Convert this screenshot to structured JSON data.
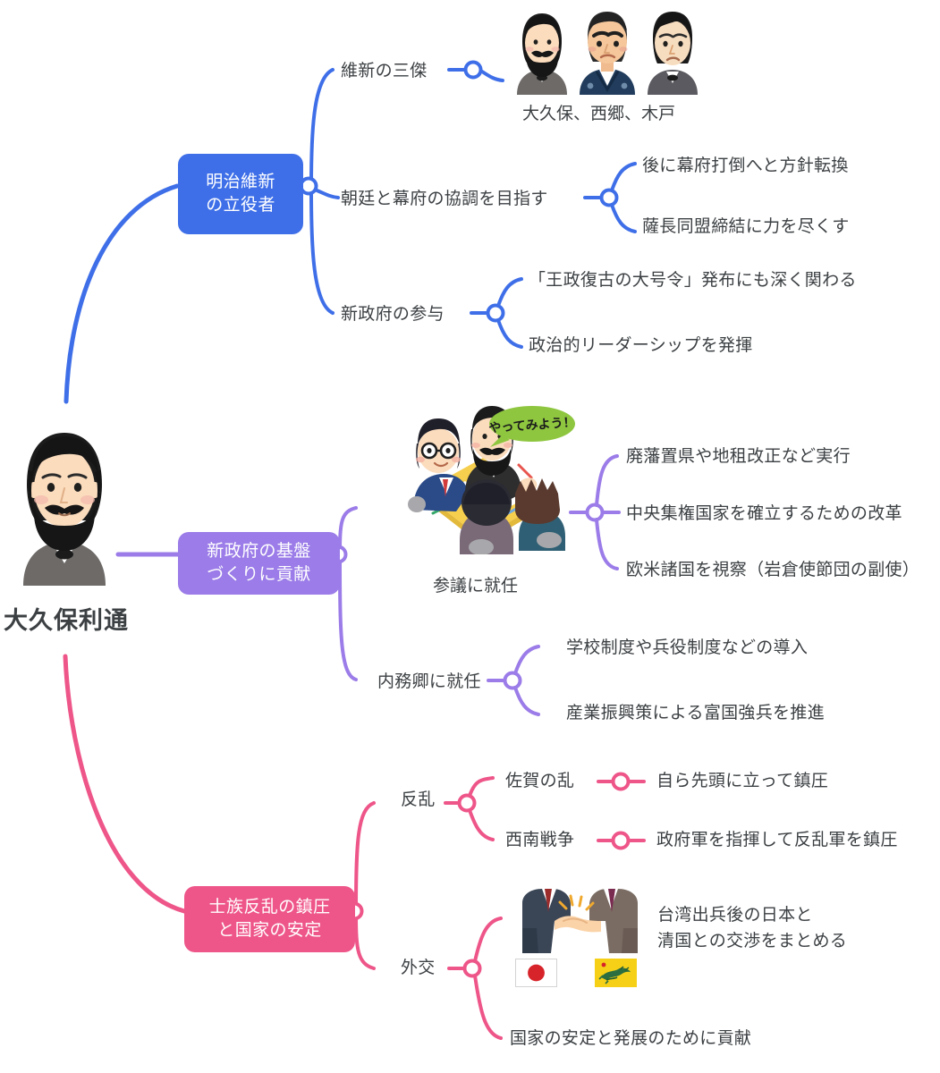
{
  "root": {
    "title": "大久保利通",
    "portrait_icon": "okubo-toshimichi-portrait"
  },
  "branches": [
    {
      "id": "blue",
      "color": "#3f6fe8",
      "topic": "明治維新\nの立役者",
      "children": [
        {
          "label": "維新の三傑",
          "illustration": "three-statesmen-portraits",
          "illustration_caption": "大久保、西郷、木戸",
          "leaves": []
        },
        {
          "label": "朝廷と幕府の協調を目指す",
          "leaves": [
            "後に幕府打倒へと方針転換",
            "薩長同盟締結に力を尽くす"
          ]
        },
        {
          "label": "新政府の参与",
          "leaves": [
            "「王政復古の大号令」発布にも深く関わる",
            "政治的リーダーシップを発揮"
          ]
        }
      ]
    },
    {
      "id": "purple",
      "color": "#9b7ce8",
      "topic": "新政府の基盤\nづくりに貢献",
      "children": [
        {
          "label": "",
          "illustration": "meeting-discussion-scene",
          "illustration_caption": "参議に就任",
          "speech_bubble": "やってみよう！",
          "leaves": [
            "廃藩置県や地租改正など実行",
            "中央集権国家を確立するための改革",
            "欧米諸国を視察（岩倉使節団の副使）"
          ]
        },
        {
          "label": "内務卿に就任",
          "leaves": [
            "学校制度や兵役制度などの導入",
            "産業振興策による富国強兵を推進"
          ]
        }
      ]
    },
    {
      "id": "pink",
      "color": "#ee5589",
      "topic": "士族反乱の鎮圧\nと国家の安定",
      "children": [
        {
          "label": "反乱",
          "leaves": [
            {
              "label": "佐賀の乱",
              "detail": "自ら先頭に立って鎮圧"
            },
            {
              "label": "西南戦争",
              "detail": "政府軍を指揮して反乱軍を鎮圧"
            }
          ]
        },
        {
          "label": "外交",
          "illustration": "handshake-japan-qing",
          "flags": [
            "japan-flag",
            "qing-dynasty-flag"
          ],
          "leaves": [
            "台湾出兵後の日本と\n清国との交渉をまとめる",
            "国家の安定と発展のために貢献"
          ]
        }
      ]
    }
  ],
  "colors": {
    "blue": "#3f6fe8",
    "purple": "#9b7ce8",
    "pink": "#ee5589",
    "text": "#3c4043",
    "node_fill": "#ffffff"
  }
}
